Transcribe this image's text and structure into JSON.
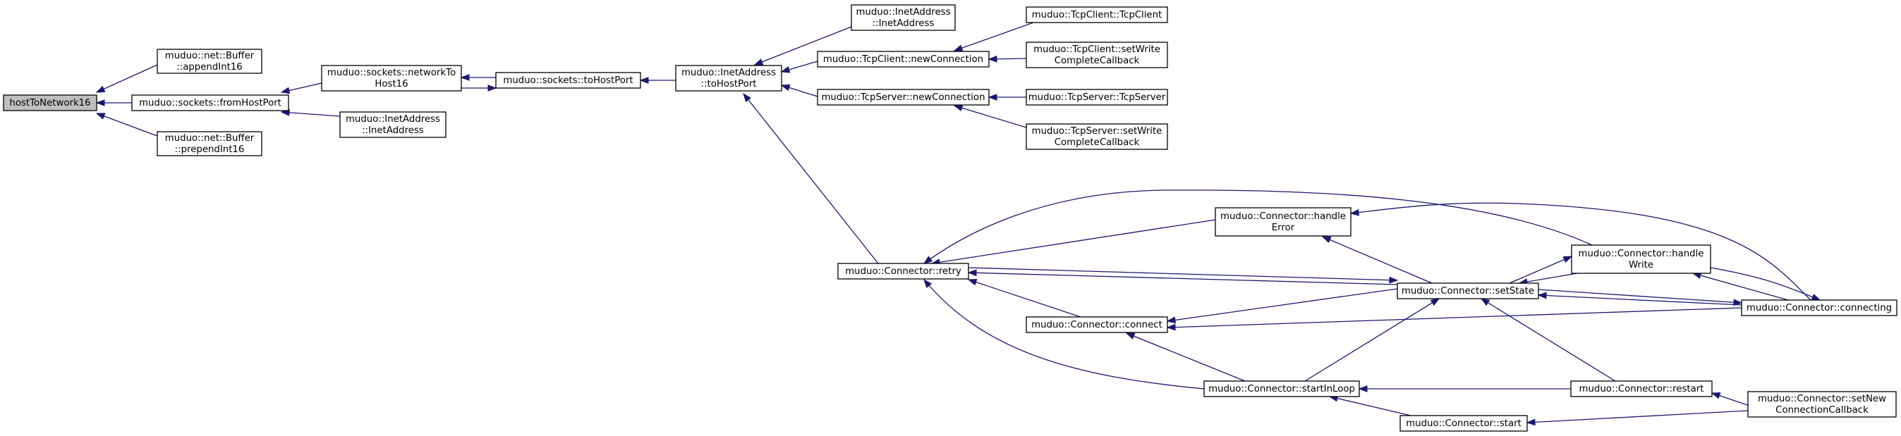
{
  "diagram": {
    "type": "doxygen-caller-graph",
    "colors": {
      "edge": "#191970",
      "root_fill": "#bfbfbf",
      "node_fill": "#ffffff",
      "node_border": "#000000"
    },
    "nodes": [
      {
        "id": "n0",
        "lines": [
          "hostToNetwork16"
        ],
        "root": true
      },
      {
        "id": "n1",
        "lines": [
          "muduo::net::Buffer",
          "::appendInt16"
        ]
      },
      {
        "id": "n2",
        "lines": [
          "muduo::sockets::fromHostPort"
        ]
      },
      {
        "id": "n3",
        "lines": [
          "muduo::net::Buffer",
          "::prependInt16"
        ]
      },
      {
        "id": "n4",
        "lines": [
          "muduo::sockets::networkTo",
          "Host16"
        ]
      },
      {
        "id": "n5",
        "lines": [
          "muduo::InetAddress",
          "::InetAddress"
        ]
      },
      {
        "id": "n6",
        "lines": [
          "muduo::sockets::toHostPort"
        ]
      },
      {
        "id": "n7",
        "lines": [
          "muduo::InetAddress",
          "::toHostPort"
        ]
      },
      {
        "id": "n8",
        "lines": [
          "muduo::InetAddress",
          "::InetAddress"
        ]
      },
      {
        "id": "n9",
        "lines": [
          "muduo::TcpClient::newConnection"
        ]
      },
      {
        "id": "n10",
        "lines": [
          "muduo::TcpServer::newConnection"
        ]
      },
      {
        "id": "n11",
        "lines": [
          "muduo::Connector::retry"
        ]
      },
      {
        "id": "n12",
        "lines": [
          "muduo::TcpClient::TcpClient"
        ]
      },
      {
        "id": "n13",
        "lines": [
          "muduo::TcpClient::setWrite",
          "CompleteCallback"
        ]
      },
      {
        "id": "n14",
        "lines": [
          "muduo::TcpServer::TcpServer"
        ]
      },
      {
        "id": "n15",
        "lines": [
          "muduo::TcpServer::setWrite",
          "CompleteCallback"
        ]
      },
      {
        "id": "n16",
        "lines": [
          "muduo::Connector::handle",
          "Error"
        ]
      },
      {
        "id": "n17",
        "lines": [
          "muduo::Connector::setState"
        ]
      },
      {
        "id": "n18",
        "lines": [
          "muduo::Connector::connect"
        ]
      },
      {
        "id": "n19",
        "lines": [
          "muduo::Connector::startInLoop"
        ]
      },
      {
        "id": "n20",
        "lines": [
          "muduo::Connector::start"
        ]
      },
      {
        "id": "n21",
        "lines": [
          "muduo::Connector::handle",
          "Write"
        ]
      },
      {
        "id": "n22",
        "lines": [
          "muduo::Connector::connecting"
        ]
      },
      {
        "id": "n23",
        "lines": [
          "muduo::Connector::restart"
        ]
      },
      {
        "id": "n24",
        "lines": [
          "muduo::Connector::setNew",
          "ConnectionCallback"
        ]
      }
    ],
    "edges": [
      {
        "from": "n1",
        "to": "n0"
      },
      {
        "from": "n2",
        "to": "n0"
      },
      {
        "from": "n3",
        "to": "n0"
      },
      {
        "from": "n4",
        "to": "n2"
      },
      {
        "from": "n5",
        "to": "n2"
      },
      {
        "from": "n6",
        "to": "n4"
      },
      {
        "from": "n4",
        "to": "n6"
      },
      {
        "from": "n7",
        "to": "n6"
      },
      {
        "from": "n8",
        "to": "n7"
      },
      {
        "from": "n9",
        "to": "n7"
      },
      {
        "from": "n10",
        "to": "n7"
      },
      {
        "from": "n11",
        "to": "n7"
      },
      {
        "from": "n12",
        "to": "n9"
      },
      {
        "from": "n13",
        "to": "n9"
      },
      {
        "from": "n14",
        "to": "n10"
      },
      {
        "from": "n15",
        "to": "n10"
      },
      {
        "from": "n16",
        "to": "n11"
      },
      {
        "from": "n17",
        "to": "n11"
      },
      {
        "from": "n18",
        "to": "n11"
      },
      {
        "from": "n19",
        "to": "n11"
      },
      {
        "from": "n21",
        "to": "n11"
      },
      {
        "from": "n11",
        "to": "n17"
      },
      {
        "from": "n17",
        "to": "n16"
      },
      {
        "from": "n22",
        "to": "n16"
      },
      {
        "from": "n17",
        "to": "n18"
      },
      {
        "from": "n22",
        "to": "n18"
      },
      {
        "from": "n19",
        "to": "n18"
      },
      {
        "from": "n21",
        "to": "n17"
      },
      {
        "from": "n22",
        "to": "n17"
      },
      {
        "from": "n23",
        "to": "n17"
      },
      {
        "from": "n19",
        "to": "n17"
      },
      {
        "from": "n22",
        "to": "n21"
      },
      {
        "from": "n17",
        "to": "n21"
      },
      {
        "from": "n21",
        "to": "n22"
      },
      {
        "from": "n17",
        "to": "n22"
      },
      {
        "from": "n23",
        "to": "n19"
      },
      {
        "from": "n20",
        "to": "n19"
      },
      {
        "from": "n24",
        "to": "n23"
      },
      {
        "from": "n24",
        "to": "n20"
      }
    ]
  }
}
